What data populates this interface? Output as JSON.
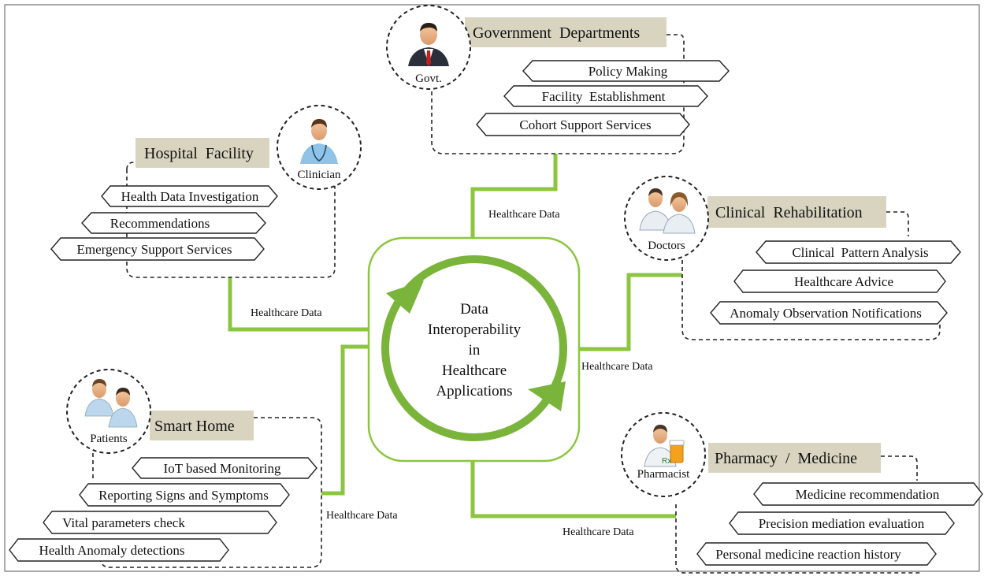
{
  "center": {
    "lines": [
      "Data",
      "Interoperability",
      "in",
      "Healthcare",
      "Applications"
    ]
  },
  "connector_label": "Healthcare Data",
  "colors": {
    "connector": "#8cc63f",
    "arrow": "#7ab43a",
    "header_bg": "#d8d4c0",
    "badge_border": "#444444"
  },
  "nodes": {
    "government": {
      "title": "Government  Departments",
      "actor": "Govt.",
      "icon": "businessman-icon",
      "items": [
        "Policy Making",
        "Facility  Establishment",
        "Cohort Support Services"
      ]
    },
    "hospital": {
      "title": "Hospital  Facility",
      "actor": "Clinician",
      "icon": "clinician-icon",
      "items": [
        "Health Data Investigation",
        "Recommendations",
        "Emergency Support Services"
      ]
    },
    "clinical": {
      "title": "Clinical  Rehabilitation",
      "actor": "Doctors",
      "icon": "doctors-icon",
      "items": [
        "Clinical  Pattern Analysis",
        "Healthcare Advice",
        "Anomaly Observation Notifications"
      ]
    },
    "smarthome": {
      "title": "Smart Home",
      "actor": "Patients",
      "icon": "patients-icon",
      "items": [
        "IoT based Monitoring",
        "Reporting Signs and Symptoms",
        "Vital parameters check",
        "Health Anomaly detections"
      ]
    },
    "pharmacy": {
      "title": "Pharmacy  /  Medicine",
      "actor": "Pharmacist",
      "icon": "pharmacist-icon",
      "items": [
        "Medicine recommendation",
        "Precision mediation evaluation",
        "Personal medicine reaction history"
      ]
    }
  }
}
